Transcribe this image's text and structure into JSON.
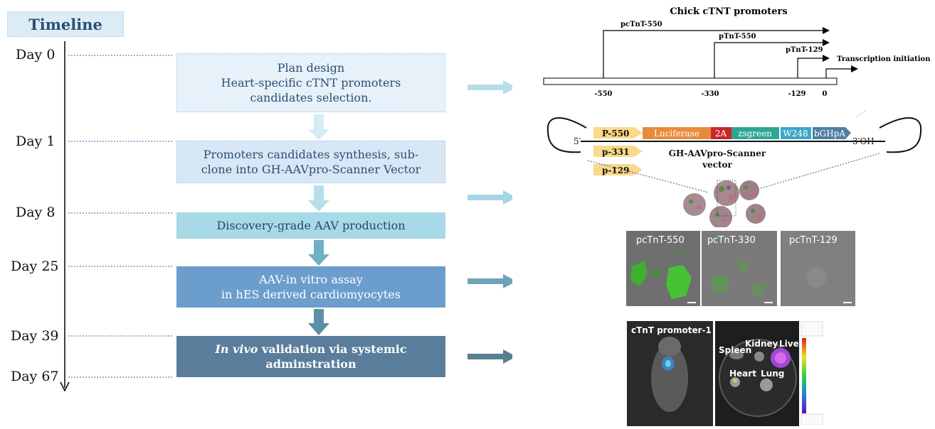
{
  "timeline": {
    "header": "Timeline",
    "days": [
      "Day 0",
      "Day 1",
      "Day 8",
      "Day 25",
      "Day 39",
      "Day 67"
    ]
  },
  "steps": [
    {
      "lines": [
        "Plan design",
        "Heart-specific cTNT promoters",
        "candidates selection."
      ]
    },
    {
      "lines": [
        "Promoters candidates synthesis, sub-",
        "clone into GH-AAVpro-Scanner Vector"
      ]
    },
    {
      "lines": [
        "Discovery-grade AAV production"
      ]
    },
    {
      "lines": [
        "AAV-in vitro assay",
        "in hES derived cardiomyocytes"
      ]
    },
    {
      "italic": "In vivo",
      "rest": " validation via systemic",
      "line2": "adminstration"
    }
  ],
  "promoter_map": {
    "title": "Chick cTNT promoters",
    "promoters": [
      "pcTnT-550",
      "pTnT-550",
      "pTnT-129"
    ],
    "transcription_label": "Transcription initiation",
    "positions": [
      "-550",
      "-330",
      "-129",
      "0"
    ]
  },
  "vector": {
    "five_prime": "5′",
    "three_prime": "3′OH",
    "promoters": [
      "P-550",
      "p-331",
      "p-129"
    ],
    "elements": [
      "Luciferase",
      "2A",
      "zsgreen",
      "W248",
      "bGHpA"
    ],
    "name_line1": "GH-AAVpro-Scanner",
    "name_line2": "vector"
  },
  "microscopy": {
    "labels": [
      "pcTnT-550",
      "pcTnT-330",
      "pcTnT-129"
    ]
  },
  "in_vivo": {
    "left_label": "cTnT promoter-1",
    "organs": [
      "Spleen",
      "Kidney",
      "Live",
      "Heart",
      "Lung"
    ]
  },
  "colors": {
    "luciferase": "#e98a3a",
    "twoA": "#c8262c",
    "zsgreen": "#2ea694",
    "w248": "#3da6c8",
    "bghpa": "#4f7fa3",
    "promoter_arrow": "#f9d98a"
  }
}
